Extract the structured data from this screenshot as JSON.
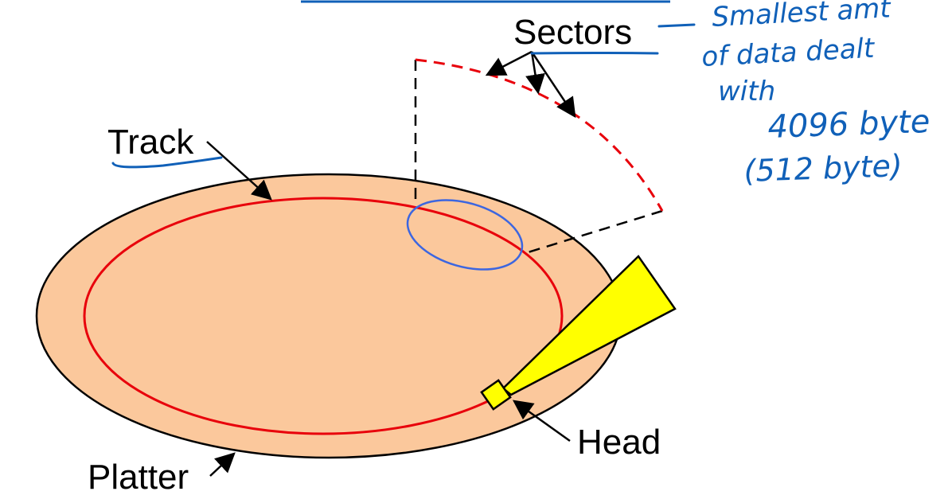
{
  "labels": {
    "sectors": "Sectors",
    "track": "Track",
    "platter": "Platter",
    "head": "Head"
  },
  "annotation": {
    "line1": "Smallest amt",
    "line2": "of data dealt",
    "line3": "with",
    "line4": "4096 byte",
    "line5": "(512 byte)"
  },
  "colors": {
    "platter_fill": "#fbc89c",
    "track": "#e8000b",
    "sector_highlight": "#3c66e0",
    "head_fill": "#ffff00",
    "ink_blue": "#1060b8",
    "outline": "#000000"
  },
  "icons": {
    "arrows": "arrow-icon",
    "head": "head-icon"
  }
}
